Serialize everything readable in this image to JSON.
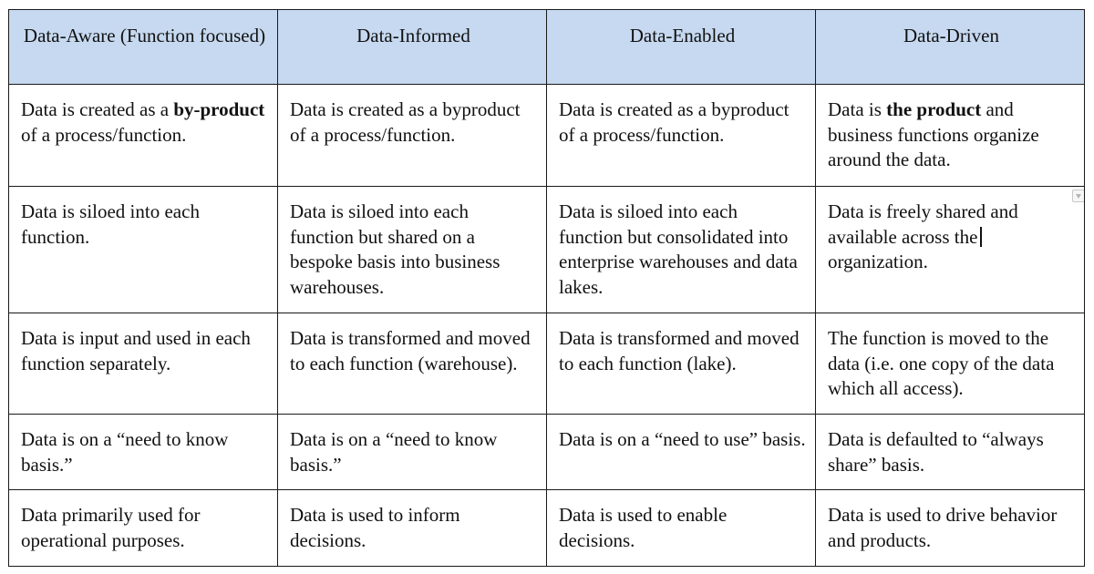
{
  "table": {
    "headers": [
      "Data-Aware (Function focused)",
      "Data-Informed",
      "Data-Enabled",
      "Data-Driven"
    ],
    "rows": [
      {
        "cells": [
          {
            "before": "Data is created as a ",
            "bold": "by-product",
            "after": " of a process/function."
          },
          {
            "before": "Data is created as a byproduct of a process/function.",
            "bold": "",
            "after": ""
          },
          {
            "before": "Data is created as a byproduct of a process/function.",
            "bold": "",
            "after": ""
          },
          {
            "before": "Data is ",
            "bold": "the product",
            "after": " and business functions organize around the data."
          }
        ]
      },
      {
        "cells": [
          {
            "before": "Data is siloed into each function.",
            "bold": "",
            "after": ""
          },
          {
            "before": "Data is siloed into each function but shared on a bespoke basis into business warehouses.",
            "bold": "",
            "after": ""
          },
          {
            "before": "Data is siloed into each function but consolidated into enterprise warehouses and data lakes.",
            "bold": "",
            "after": ""
          },
          {
            "before": "Data is freely shared and available across the",
            "bold": "",
            "after": " organization."
          }
        ]
      },
      {
        "cells": [
          {
            "before": "Data is input and used in each function separately.",
            "bold": "",
            "after": ""
          },
          {
            "before": "Data is transformed and moved to each function (warehouse).",
            "bold": "",
            "after": ""
          },
          {
            "before": "Data is transformed and moved to each function (lake).",
            "bold": "",
            "after": ""
          },
          {
            "before": "The function is moved to the data (i.e. one copy of the data which all access).",
            "bold": "",
            "after": ""
          }
        ]
      },
      {
        "cells": [
          {
            "before": "Data is on a “need to know basis.”",
            "bold": "",
            "after": ""
          },
          {
            "before": "Data is on a “need to know basis.”",
            "bold": "",
            "after": ""
          },
          {
            "before": "Data is on a “need to use” basis.",
            "bold": "",
            "after": ""
          },
          {
            "before": "Data is defaulted to “always share” basis.",
            "bold": "",
            "after": ""
          }
        ]
      },
      {
        "cells": [
          {
            "before": "Data primarily used for operational purposes.",
            "bold": "",
            "after": ""
          },
          {
            "before": "Data is used to inform decisions.",
            "bold": "",
            "after": ""
          },
          {
            "before": "Data is used to enable decisions.",
            "bold": "",
            "after": ""
          },
          {
            "before": "Data is used to drive behavior and products.",
            "bold": "",
            "after": ""
          }
        ]
      }
    ]
  },
  "colors": {
    "header_background": "#c6d9f0",
    "border": "#1a1a1a",
    "text": "#111111"
  },
  "icons": {
    "cell_marker": "dropdown-marker-icon",
    "cursor": "text-cursor-icon"
  }
}
